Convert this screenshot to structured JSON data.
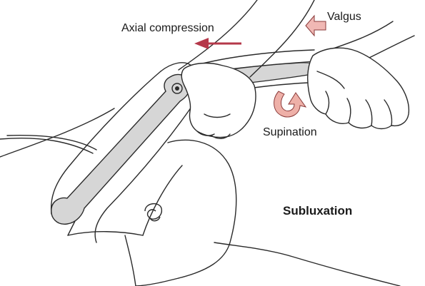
{
  "labels": {
    "axial_compression": "Axial compression",
    "valgus": "Valgus",
    "supination": "Supination",
    "subluxation": "Subluxation"
  },
  "colors": {
    "line": "#2a2a2a",
    "bone_fill": "#d6d6d6",
    "axial_arrow": "#b5384a",
    "valgus_arrow": "#f0b8b4",
    "supination_arrow": "#eeb0a8"
  },
  "icons": {
    "axial_arrow": "arrow-left-icon",
    "valgus_arrow": "arrow-left-block-icon",
    "supination_arrow": "curved-rotation-arrow-icon"
  }
}
